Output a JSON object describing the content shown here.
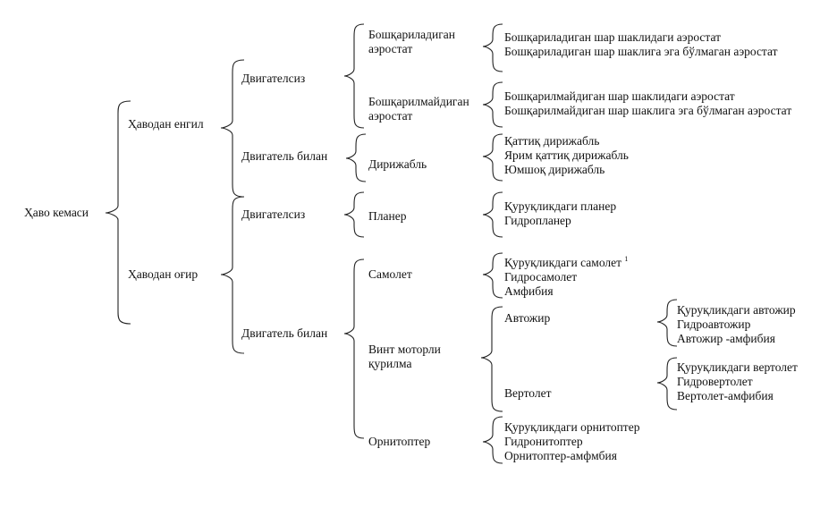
{
  "root": "Ҳаво кемаси",
  "level1": [
    "Ҳаводан енгил",
    "Ҳаводан оғир"
  ],
  "level2": [
    "Двигателсиз",
    "Двигатель билан",
    "Двигателсиз",
    "Двигатель билан"
  ],
  "level3": {
    "controlled_aerostat": [
      "Бошқариладиган",
      "аэростат"
    ],
    "uncontrolled_aerostat": [
      "Бошқарилмайдиган",
      "аэростат"
    ],
    "airship": "Дирижабль",
    "glider": "Планер",
    "airplane": "Самолет",
    "rotorcraft": [
      "Винт моторли",
      "қурилма"
    ],
    "ornithopter": "Орнитоптер"
  },
  "level4": {
    "controlled_aerostat": [
      "Бошқариладиган шар шаклидаги аэростат",
      "Бошқариладиган шар шаклига эга бўлмаган аэростат"
    ],
    "uncontrolled_aerostat": [
      "Бошқарилмайдиган шар шаклидаги аэростат",
      "Бошқарилмайдиган шар шаклига эга бўлмаган аэростат"
    ],
    "airship": [
      "Қаттиқ дирижабль",
      "Ярим қаттиқ дирижабль",
      "Юмшоқ дирижабль"
    ],
    "glider": [
      "Қуруқликдаги планер",
      "Гидропланер"
    ],
    "airplane": [
      "Қуруқликдаги самолет",
      "Гидросамолет",
      "Амфибия"
    ],
    "airplane_footnote": "1",
    "rotorcraft": [
      "Автожир",
      "Вертолет"
    ],
    "ornithopter": [
      "Қуруқликдаги орнитоптер",
      "Гидронитоптер",
      "Орнитоптер-амфмбия"
    ]
  },
  "level5": {
    "autogyro": [
      "Қуруқликдаги автожир",
      "Гидроавтожир",
      "Автожир -амфибия"
    ],
    "helicopter": [
      "Қуруқликдаги вертолет",
      "Гидровертолет",
      "Вертолет-амфибия"
    ]
  }
}
